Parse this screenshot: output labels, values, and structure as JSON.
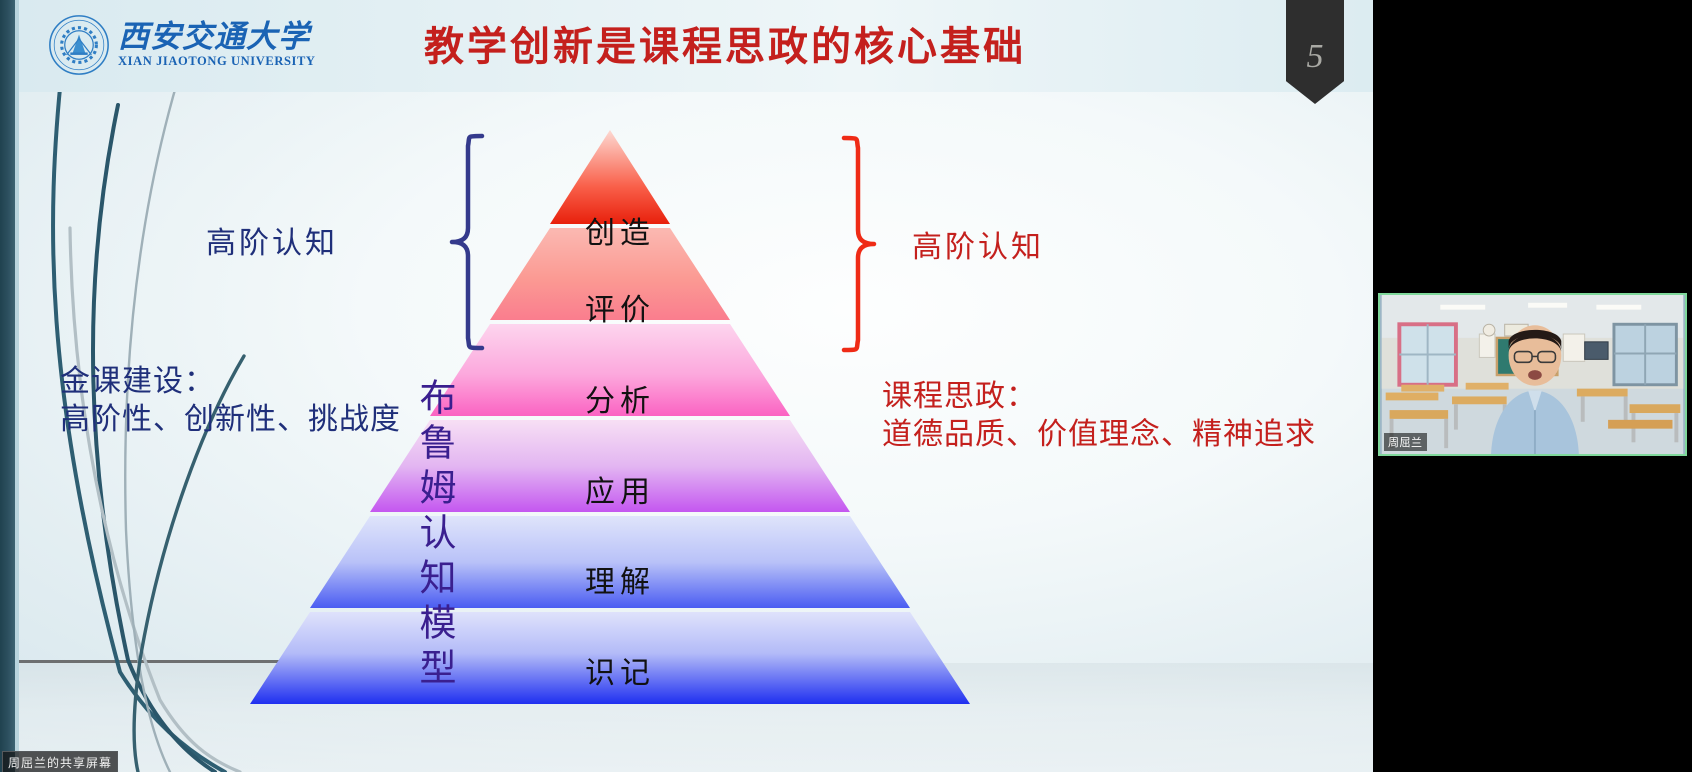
{
  "slide": {
    "page_number": "5",
    "title": "教学创新是课程思政的核心基础",
    "logo": {
      "name_cn": "西安交通大学",
      "name_en": "XIAN JIAOTONG UNIVERSITY"
    },
    "left_bracket_label": "高阶认知",
    "right_bracket_label": "高阶认知",
    "left_block": {
      "line1": "金课建设：",
      "line2": "高阶性、创新性、挑战度"
    },
    "right_block": {
      "line1": "课程思政：",
      "line2": "道德品质、价值理念、精神追求"
    },
    "vertical_model_label": "布鲁姆认知模型",
    "pyramid": {
      "levels": [
        {
          "label": "创造",
          "color": "#ee2b11"
        },
        {
          "label": "评价",
          "color": "#fb8e85"
        },
        {
          "label": "分析",
          "color": "#fb67c4"
        },
        {
          "label": "应用",
          "color": "#c martin"
        },
        {
          "label": "理解",
          "color": "#5566f2"
        },
        {
          "label": "识记",
          "color": "#2433ef"
        }
      ]
    },
    "colors": {
      "title_red": "#c4201d",
      "navy": "#1f2f7a",
      "brace_navy": "#343a8c",
      "brace_red": "#ef2b16",
      "background": "#e3eef2"
    }
  },
  "video": {
    "participant_name": "周屈兰"
  },
  "share_banner": "周屈兰的共享屏幕"
}
